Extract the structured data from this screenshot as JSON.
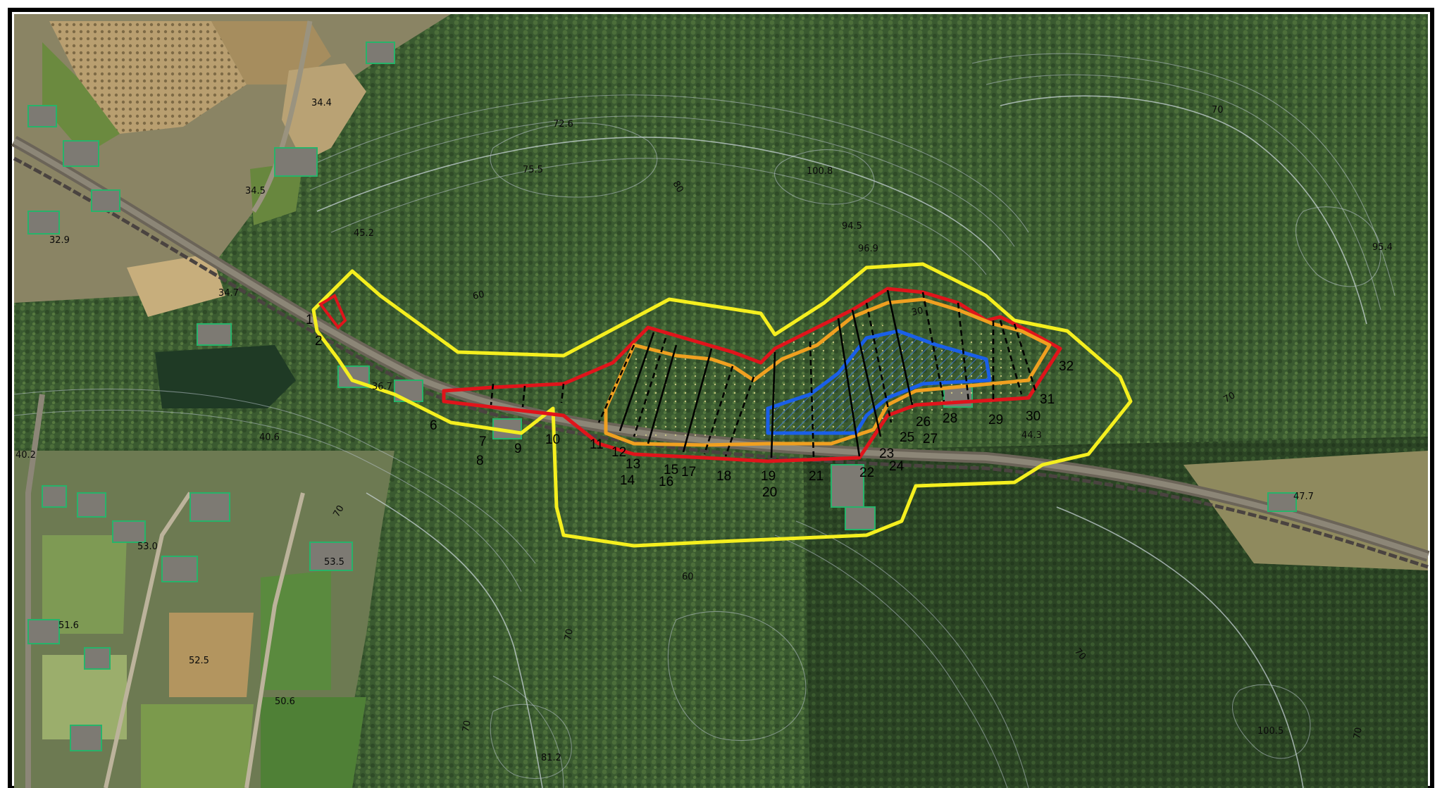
{
  "colors": {
    "frame": "#000000",
    "forest_dark": "#2e4a26",
    "forest_mid": "#3f5f33",
    "field_tan": "#b49a6a",
    "field_green": "#5f7b3d",
    "road": "#6b6458",
    "railway": "#4a4340",
    "outer_boundary": "#f5ef1f",
    "slope_boundary": "#e0141b",
    "cut_line": "#f0a020",
    "inner_area": "#1a5fe8",
    "section_line": "#000000",
    "building_outline": "#27b36a"
  },
  "legend_icons": [
    "outer-boundary-line",
    "slope-area-line",
    "cut-line",
    "inner-area-line",
    "section-line"
  ],
  "elevations": [
    "34.4",
    "72.6",
    "75.5",
    "100.8",
    "70",
    "34.5",
    "32.9",
    "45.2",
    "94.5",
    "96.9",
    "95.4",
    "34.7",
    "60",
    "30",
    "36.7",
    "40.6",
    "40.2",
    "44.3",
    "47.7",
    "70",
    "53.0",
    "53.5",
    "60",
    "51.6",
    "52.5",
    "70",
    "70",
    "50.6",
    "70",
    "81.2",
    "100.5",
    "70",
    "80",
    "70"
  ],
  "sections": [
    "1",
    "2",
    "6",
    "7",
    "8",
    "9",
    "10",
    "11",
    "12",
    "13",
    "14",
    "15",
    "16",
    "17",
    "18",
    "19",
    "20",
    "21",
    "22",
    "23",
    "24",
    "25",
    "26",
    "27",
    "28",
    "29",
    "30",
    "31",
    "32"
  ]
}
